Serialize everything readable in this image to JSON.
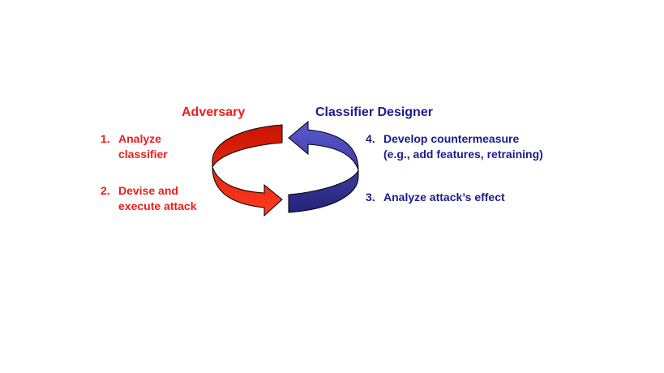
{
  "adversary": {
    "title": "Adversary",
    "color": "#ee1c1c",
    "steps": [
      {
        "num": "1.",
        "line1": "Analyze",
        "line2": "classifier"
      },
      {
        "num": "2.",
        "line1": "Devise and",
        "line2": "execute attack"
      }
    ]
  },
  "designer": {
    "title": "Classifier Designer",
    "color": "#1c1c8c",
    "steps": [
      {
        "num": "3.",
        "line1": "Analyze attack’s effect",
        "line2": ""
      },
      {
        "num": "4.",
        "line1": "Develop countermeasure",
        "line2": "(e.g., add features, retraining)"
      }
    ]
  },
  "arrow_colors": {
    "red_light": "#ff3b1f",
    "red_dark": "#c81400",
    "blue_light": "#5a5ad2",
    "blue_dark": "#232378"
  }
}
